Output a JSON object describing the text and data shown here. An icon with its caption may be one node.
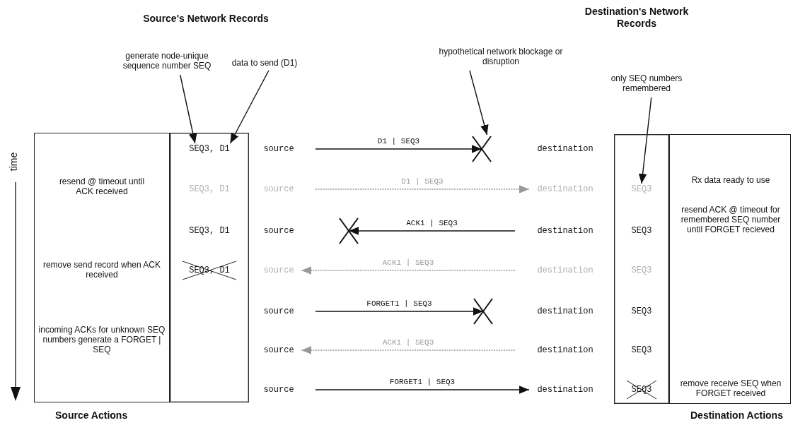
{
  "diagram": {
    "nodes": [
      {
        "text": [
          "generate node-unique sequence number SEQ"
        ]
      },
      {
        "text": [
          "data to send (D1)"
        ]
      },
      {
        "text": [
          "hypothetical network blockage or disruption"
        ]
      },
      {
        "text": [
          "only SEQ numbers remembered"
        ]
      },
      {
        "text": [
          "resend @ timeout until ACK received",
          "remove send record when ACK received",
          "incoming ACKs for unknown SEQ numbers generate a FORGET | SEQ",
          "Source Actions"
        ]
      },
      {
        "text": [],
        "shape": "box"
      },
      {
        "text": [
          "SEQ3, D1"
        ],
        "in": 5
      },
      {
        "text": [
          "SEQ3, D1"
        ],
        "in": 5
      },
      {
        "text": [
          "SEQ3, D1"
        ],
        "in": 5
      },
      {
        "text": [
          "SEQ3, D1"
        ],
        "in": 5
      },
      {
        "text": [],
        "shape": "box"
      },
      {
        "text": [
          "SEQ3"
        ],
        "in": 10
      },
      {
        "text": [
          "SEQ3"
        ],
        "in": 10
      },
      {
        "text": [
          "SEQ3"
        ],
        "in": 10
      },
      {
        "text": [
          "SEQ3"
        ],
        "in": 10
      },
      {
        "text": [
          "SEQ3"
        ],
        "in": 10
      },
      {
        "text": [
          "SEQ3"
        ],
        "in": 10
      },
      {
        "text": [
          "Rx data ready to use",
          "resend ACK @ timeout for remembered SEQ number until FORGET recieved",
          "remove receive SEQ when FORGET received",
          "Destination Actions"
        ]
      },
      {
        "text": [
          "source"
        ]
      },
      {
        "text": [
          "source"
        ]
      },
      {
        "text": [
          "source"
        ]
      },
      {
        "text": [
          "source"
        ]
      },
      {
        "text": [
          "source"
        ]
      },
      {
        "text": [
          "source"
        ]
      },
      {
        "text": [
          "source"
        ]
      },
      {
        "text": [
          "destination"
        ]
      },
      {
        "text": [
          "destination"
        ]
      },
      {
        "text": [
          "destination"
        ]
      },
      {
        "text": [
          "destination"
        ]
      },
      {
        "text": [
          "destination"
        ]
      },
      {
        "text": [
          "destination"
        ]
      },
      {
        "text": [
          "destination"
        ]
      },
      {
        "text": [],
        "shape": "cross"
      },
      {
        "text": [],
        "shape": "cross"
      },
      {
        "text": [],
        "shape": "cross"
      }
    ],
    "edges": [
      {
        "from": 0,
        "to": 6,
        "arrow": "to"
      },
      {
        "from": 1,
        "to": 6,
        "arrow": "to"
      },
      {
        "from": 2,
        "to": 32,
        "arrow": "to"
      },
      {
        "from": 3,
        "to": 11,
        "arrow": "to"
      },
      {
        "from": 18,
        "to": 32,
        "arrow": "to",
        "label": "D1 | SEQ3"
      },
      {
        "from": 19,
        "to": 26,
        "arrow": "to",
        "label": "D1 | SEQ3",
        "style": "dashed",
        "color": "#999999"
      },
      {
        "from": 27,
        "to": 33,
        "arrow": "to",
        "label": "ACK1 | SEQ3"
      },
      {
        "from": 28,
        "to": 21,
        "arrow": "to",
        "label": "ACK1 | SEQ3",
        "style": "dashed",
        "color": "#999999"
      },
      {
        "from": 22,
        "to": 34,
        "arrow": "to",
        "label": "FORGET1 | SEQ3"
      },
      {
        "from": 30,
        "to": 23,
        "arrow": "to",
        "label": "ACK1 | SEQ3",
        "style": "dashed",
        "color": "#999999"
      },
      {
        "from": 24,
        "to": 31,
        "arrow": "to",
        "label": "FORGET1 | SEQ3"
      }
    ],
    "labels": [
      "Source's Network Records",
      "Destination's Network Records",
      "time"
    ]
  }
}
